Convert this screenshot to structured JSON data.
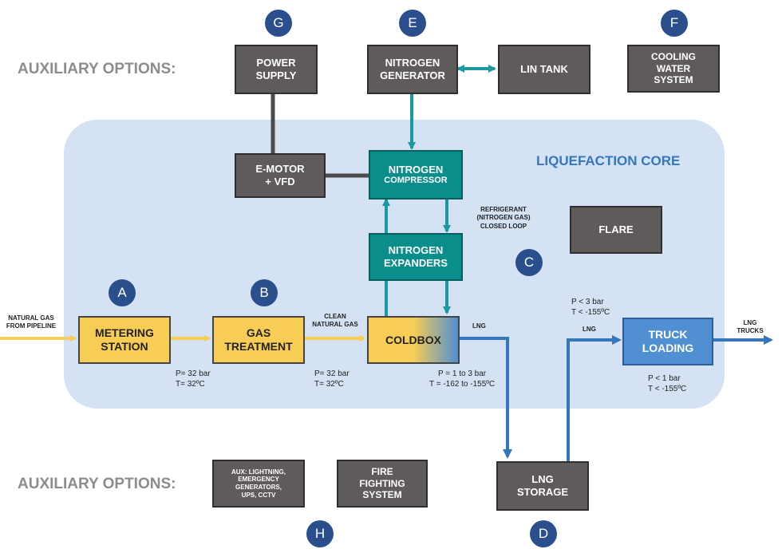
{
  "core_title": "LIQUEFACTION CORE",
  "aux_label_top": "AUXILIARY OPTIONS:",
  "aux_label_bottom": "AUXILIARY OPTIONS:",
  "boxes": {
    "power_supply": "POWER\nSUPPLY",
    "nitrogen_generator": "NITROGEN\nGENERATOR",
    "lin_tank": "LIN TANK",
    "cooling_water": "COOLING\nWATER\nSYSTEM",
    "emotor": "E-MOTOR\n+ VFD",
    "nitrogen_compressor_1": "NITROGEN",
    "nitrogen_compressor_2": "COMPRESSOR",
    "flare": "FLARE",
    "nitrogen_expanders": "NITROGEN\nEXPANDERS",
    "metering_station": "METERING\nSTATION",
    "gas_treatment": "GAS\nTREATMENT",
    "coldbox": "COLDBOX",
    "truck_loading": "TRUCK\nLOADING",
    "aux_misc": "AUX: LIGHTNING,\nEMERGENCY\nGENERATORS,\nUPS, CCTV",
    "fire_fighting": "FIRE\nFIGHTING\nSYSTEM",
    "lng_storage": "LNG\nSTORAGE"
  },
  "badges": {
    "A": "A",
    "B": "B",
    "C": "C",
    "D": "D",
    "E": "E",
    "F": "F",
    "G": "G",
    "H": "H"
  },
  "labels": {
    "natural_gas_in": "NATURAL GAS\nFROM PIPELINE",
    "clean_gas": "CLEAN\nNATURAL GAS",
    "lng_coldbox": "LNG",
    "lng_truck": "LNG",
    "lng_trucks": "LNG\nTRUCKS",
    "refrigerant": "REFRIGERANT\n(NITROGEN GAS)\nCLOSED LOOP",
    "p_metering": "P= 32 bar\nT= 32ºC",
    "p_treatment": "P= 32 bar\nT= 32ºC",
    "p_coldbox": "P = 1 to 3 bar\nT = -162 to -155ºC",
    "p_lng_line": "P < 3 bar\nT < -155ºC",
    "p_truck": "P < 1 bar\nT < -155ºC"
  },
  "colors": {
    "gray_box": "#5f5b5b",
    "teal_box": "#0a8e8c",
    "yellow_box": "#f8cd55",
    "blue_box": "#4f8fd2",
    "badge": "#2b4f8c",
    "core_bg": "#d4e2f4",
    "arrow_yellow": "#f8cd55",
    "arrow_teal": "#1a9aa0",
    "arrow_blue": "#3576bd"
  }
}
